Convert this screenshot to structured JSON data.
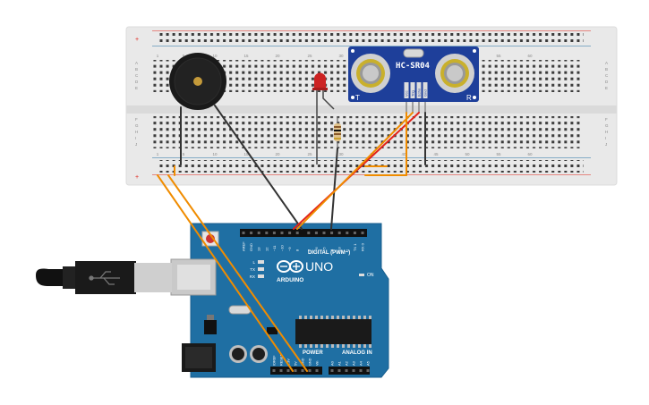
{
  "breadboard": {
    "col_labels": [
      "1",
      "5",
      "10",
      "15",
      "20",
      "25",
      "30",
      "35",
      "40",
      "45",
      "50",
      "55",
      "60"
    ],
    "row_labels_top": [
      "A",
      "B",
      "C",
      "D",
      "E"
    ],
    "row_labels_bottom": [
      "F",
      "G",
      "H",
      "I",
      "J"
    ],
    "rail_plus": "+",
    "rail_minus": "-"
  },
  "sensor": {
    "model": "HC-SR04",
    "pins": [
      "Vcc",
      "Trig",
      "Echo",
      "Gnd"
    ],
    "mark_t": "T",
    "mark_r": "R"
  },
  "arduino": {
    "model": "UNO",
    "logo_text": "ARDUINO",
    "digital_label": "DIGITAL (PWM~)",
    "analog_label": "ANALOG IN",
    "power_label": "POWER",
    "on_label": "ON",
    "led_labels": [
      "L",
      "TX",
      "RX"
    ],
    "digital_pins": [
      "AREF",
      "GND",
      "13",
      "12",
      "~11",
      "~10",
      "~9",
      "8",
      "7",
      "~6",
      "~5",
      "4",
      "~3",
      "2",
      "TX 1",
      "RX 0"
    ],
    "power_pins": [
      "IOREF",
      "RESET",
      "3.3V",
      "5V",
      "GND",
      "GND",
      "Vin"
    ],
    "analog_pins": [
      "A0",
      "A1",
      "A2",
      "A3",
      "A4",
      "A5"
    ]
  },
  "colors": {
    "breadboard": "#e9e9e9",
    "board": "#1f6fa3",
    "sensor": "#1e3f9a",
    "wire_black": "#333333",
    "wire_orange": "#f08c00",
    "wire_red": "#e2231a",
    "led": "#cc2222"
  }
}
